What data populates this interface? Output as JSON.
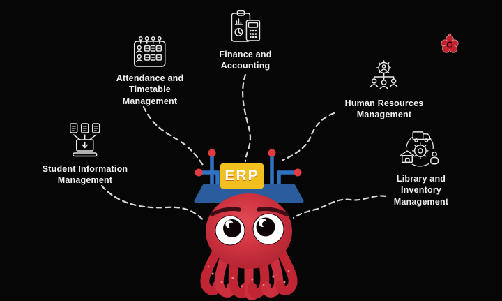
{
  "page": {
    "background": "#060606"
  },
  "brand": {
    "logo_letter": "C",
    "logo_color": "#c1222d"
  },
  "mascot": {
    "name": "octopus-erp-mascot",
    "erp_label": "ERP",
    "body_color": "#c22836",
    "hat_yellow": "#f1bf1e",
    "hat_blue": "#2f72c4",
    "node_red": "#e23b3e"
  },
  "modules": {
    "student": {
      "label": "Student Information\nManagement",
      "icon": "student-information-icon"
    },
    "attendance": {
      "label": "Attendance and\nTimetable\nManagement",
      "icon": "attendance-timetable-icon"
    },
    "finance": {
      "label": "Finance and\nAccounting",
      "icon": "finance-accounting-icon"
    },
    "hr": {
      "label": "Human Resources\nManagement",
      "icon": "human-resources-icon"
    },
    "library": {
      "label": "Library and\nInventory\nManagement",
      "icon": "library-inventory-icon"
    }
  }
}
